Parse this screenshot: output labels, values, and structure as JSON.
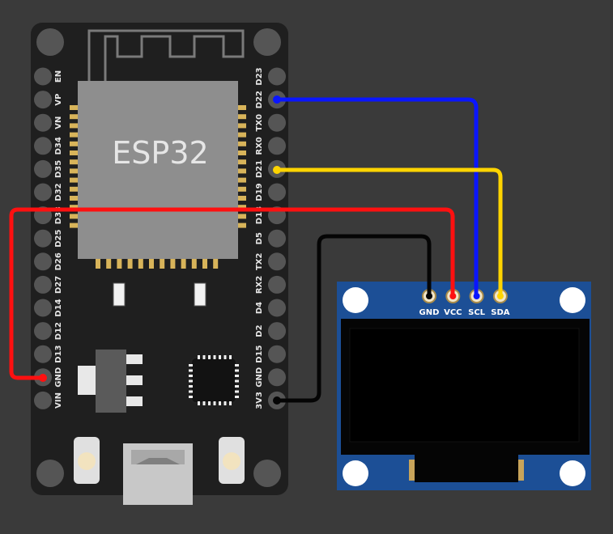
{
  "board": {
    "chip_label": "ESP32",
    "left_pins": [
      "EN",
      "VP",
      "VN",
      "D34",
      "D35",
      "D32",
      "D33",
      "D25",
      "D26",
      "D27",
      "D14",
      "D12",
      "D13",
      "GND",
      "VIN"
    ],
    "right_pins": [
      "D23",
      "D22",
      "TX0",
      "RX0",
      "D21",
      "D19",
      "D18",
      "D5",
      "TX2",
      "RX2",
      "D4",
      "D2",
      "D15",
      "GND",
      "3V3"
    ]
  },
  "display": {
    "pins": [
      "GND",
      "VCC",
      "SCL",
      "SDA"
    ]
  },
  "colors": {
    "background": "#3a3a3a",
    "board": "#1f1f1f",
    "chip": "#8e8e8e",
    "oled_pcb": "#1c4f96",
    "wire_scl": "#0a16ff",
    "wire_sda": "#ffd400",
    "wire_vcc": "#ff1010",
    "wire_gnd": "#050505"
  }
}
